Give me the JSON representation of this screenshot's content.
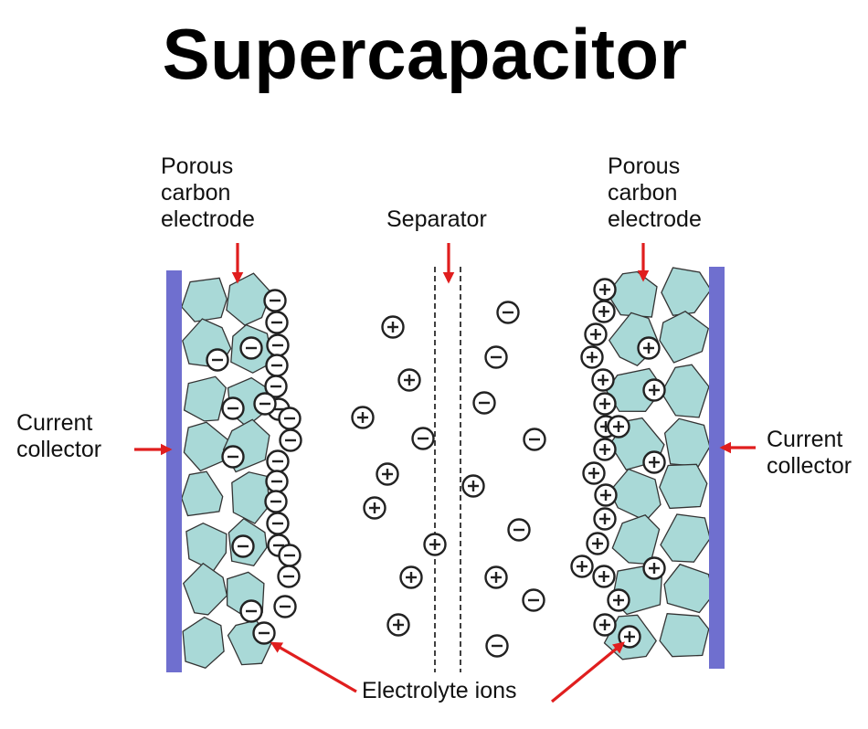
{
  "title": "Supercapacitor",
  "labels": {
    "porous_left": [
      "Porous",
      "carbon",
      "electrode"
    ],
    "porous_right": [
      "Porous",
      "carbon",
      "electrode"
    ],
    "separator": "Separator",
    "collector_left": [
      "Current",
      "collector"
    ],
    "collector_right": [
      "Current",
      "collector"
    ],
    "electrolyte": "Electrolyte ions"
  },
  "colors": {
    "collector": "#6f6fcf",
    "particle_fill": "#a9d9d7",
    "particle_stroke": "#333333",
    "arrow": "#e01e1e",
    "ion_fill": "#ffffff",
    "ion_stroke": "#222222"
  }
}
